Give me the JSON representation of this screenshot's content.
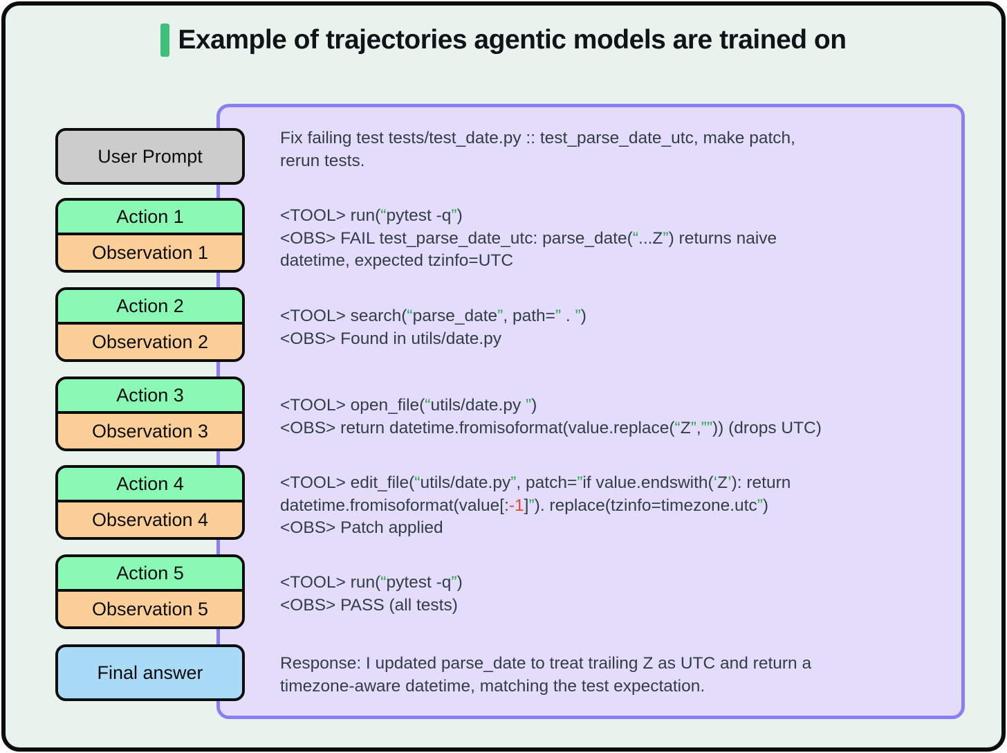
{
  "title": {
    "text": "Example of trajectories agentic models are trained on"
  },
  "colors": {
    "page-bg": "#e9f3ee",
    "panel-bg": "#e3dcfa",
    "panel-border": "#8b7df2",
    "accent": "#3fbe79",
    "green": "#8bf9b6",
    "orange": "#fbcf97",
    "gray": "#cccccc",
    "blue": "#a9daf8",
    "text": "#333d47",
    "quote": "#27a74b",
    "neg": "#e8432c"
  },
  "boxes": {
    "prompt": "User Prompt",
    "final": "Final answer",
    "pairs": [
      {
        "action": "Action 1",
        "observation": "Observation 1"
      },
      {
        "action": "Action 2",
        "observation": "Observation 2"
      },
      {
        "action": "Action 3",
        "observation": "Observation 3"
      },
      {
        "action": "Action 4",
        "observation": "Observation 4"
      },
      {
        "action": "Action 5",
        "observation": "Observation 5"
      }
    ]
  },
  "sections": [
    {
      "lines": [
        [
          {
            "t": "Fix failing test tests/test_date.py :: test_parse_date_utc, make patch,"
          }
        ],
        [
          {
            "t": "rerun tests."
          }
        ]
      ]
    },
    {
      "lines": [
        [
          {
            "t": "<TOOL> run("
          },
          {
            "t": "“",
            "c": "g"
          },
          {
            "t": "pytest -q"
          },
          {
            "t": "”",
            "c": "g"
          },
          {
            "t": ")"
          }
        ],
        [
          {
            "t": "<OBS> FAIL test_parse_date_utc: parse_date("
          },
          {
            "t": "“",
            "c": "g"
          },
          {
            "t": "...Z"
          },
          {
            "t": "”",
            "c": "g"
          },
          {
            "t": ") returns naive"
          }
        ],
        [
          {
            "t": "datetime, expected tzinfo=UTC"
          }
        ]
      ]
    },
    {
      "lines": [
        [
          {
            "t": "<TOOL> search("
          },
          {
            "t": "“",
            "c": "g"
          },
          {
            "t": "parse_date"
          },
          {
            "t": "”",
            "c": "g"
          },
          {
            "t": ", path="
          },
          {
            "t": "”",
            "c": "g"
          },
          {
            "t": " . "
          },
          {
            "t": "”",
            "c": "g"
          },
          {
            "t": ")"
          }
        ],
        [
          {
            "t": "<OBS> Found in utils/date.py"
          }
        ]
      ]
    },
    {
      "lines": [
        [
          {
            "t": "<TOOL> open_file("
          },
          {
            "t": "“",
            "c": "g"
          },
          {
            "t": "utils/date.py "
          },
          {
            "t": "”",
            "c": "g"
          },
          {
            "t": ")"
          }
        ],
        [
          {
            "t": "<OBS> return datetime.fromisoformat(value.replace("
          },
          {
            "t": "“",
            "c": "g"
          },
          {
            "t": "Z"
          },
          {
            "t": "”",
            "c": "g"
          },
          {
            "t": ","
          },
          {
            "t": "””",
            "c": "g"
          },
          {
            "t": ")) (drops UTC)"
          }
        ]
      ]
    },
    {
      "lines": [
        [
          {
            "t": "<TOOL> edit_file("
          },
          {
            "t": "“",
            "c": "g"
          },
          {
            "t": "utils/date.py"
          },
          {
            "t": "”",
            "c": "g"
          },
          {
            "t": ", patch="
          },
          {
            "t": "”",
            "c": "g"
          },
          {
            "t": "if value.endswith("
          },
          {
            "t": "‘",
            "c": "g"
          },
          {
            "t": "Z"
          },
          {
            "t": "’",
            "c": "g"
          },
          {
            "t": "): return"
          }
        ],
        [
          {
            "t": "datetime.fromisoformat(value[:"
          },
          {
            "t": "-1",
            "c": "r"
          },
          {
            "t": "]"
          },
          {
            "t": "”",
            "c": "g"
          },
          {
            "t": "). replace(tzinfo=timezone.utc"
          },
          {
            "t": "”",
            "c": "g"
          },
          {
            "t": ")"
          }
        ],
        [
          {
            "t": "<OBS> Patch applied"
          }
        ]
      ]
    },
    {
      "lines": [
        [
          {
            "t": "<TOOL> run("
          },
          {
            "t": "“",
            "c": "g"
          },
          {
            "t": "pytest -q"
          },
          {
            "t": "”",
            "c": "g"
          },
          {
            "t": ")"
          }
        ],
        [
          {
            "t": "<OBS> PASS (all tests)"
          }
        ]
      ]
    },
    {
      "lines": [
        [
          {
            "t": "Response: I updated parse_date to treat trailing Z as UTC and return a"
          }
        ],
        [
          {
            "t": "timezone-aware datetime, matching the test expectation."
          }
        ]
      ]
    }
  ]
}
